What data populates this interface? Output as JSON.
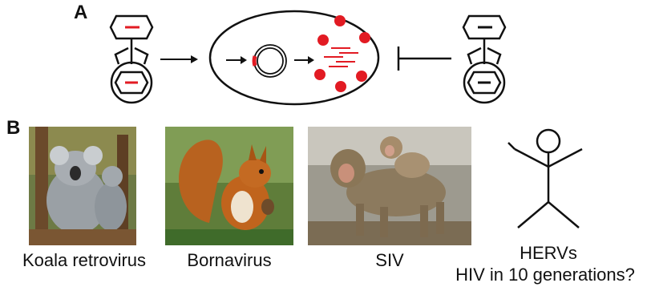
{
  "figure": {
    "panel_a_label": "A",
    "panel_b_label": "B"
  },
  "panel_b": {
    "captions": [
      {
        "id": "koala",
        "text": "Koala retrovirus"
      },
      {
        "id": "bornavirus",
        "text": "Bornavirus"
      },
      {
        "id": "siv",
        "text": "SIV"
      }
    ],
    "human": {
      "line1": "HERVs",
      "line2": "HIV in 10 generations?"
    }
  },
  "colors": {
    "viral_dna": "#e21b23",
    "host_dna": "#111111",
    "line": "#111111"
  }
}
